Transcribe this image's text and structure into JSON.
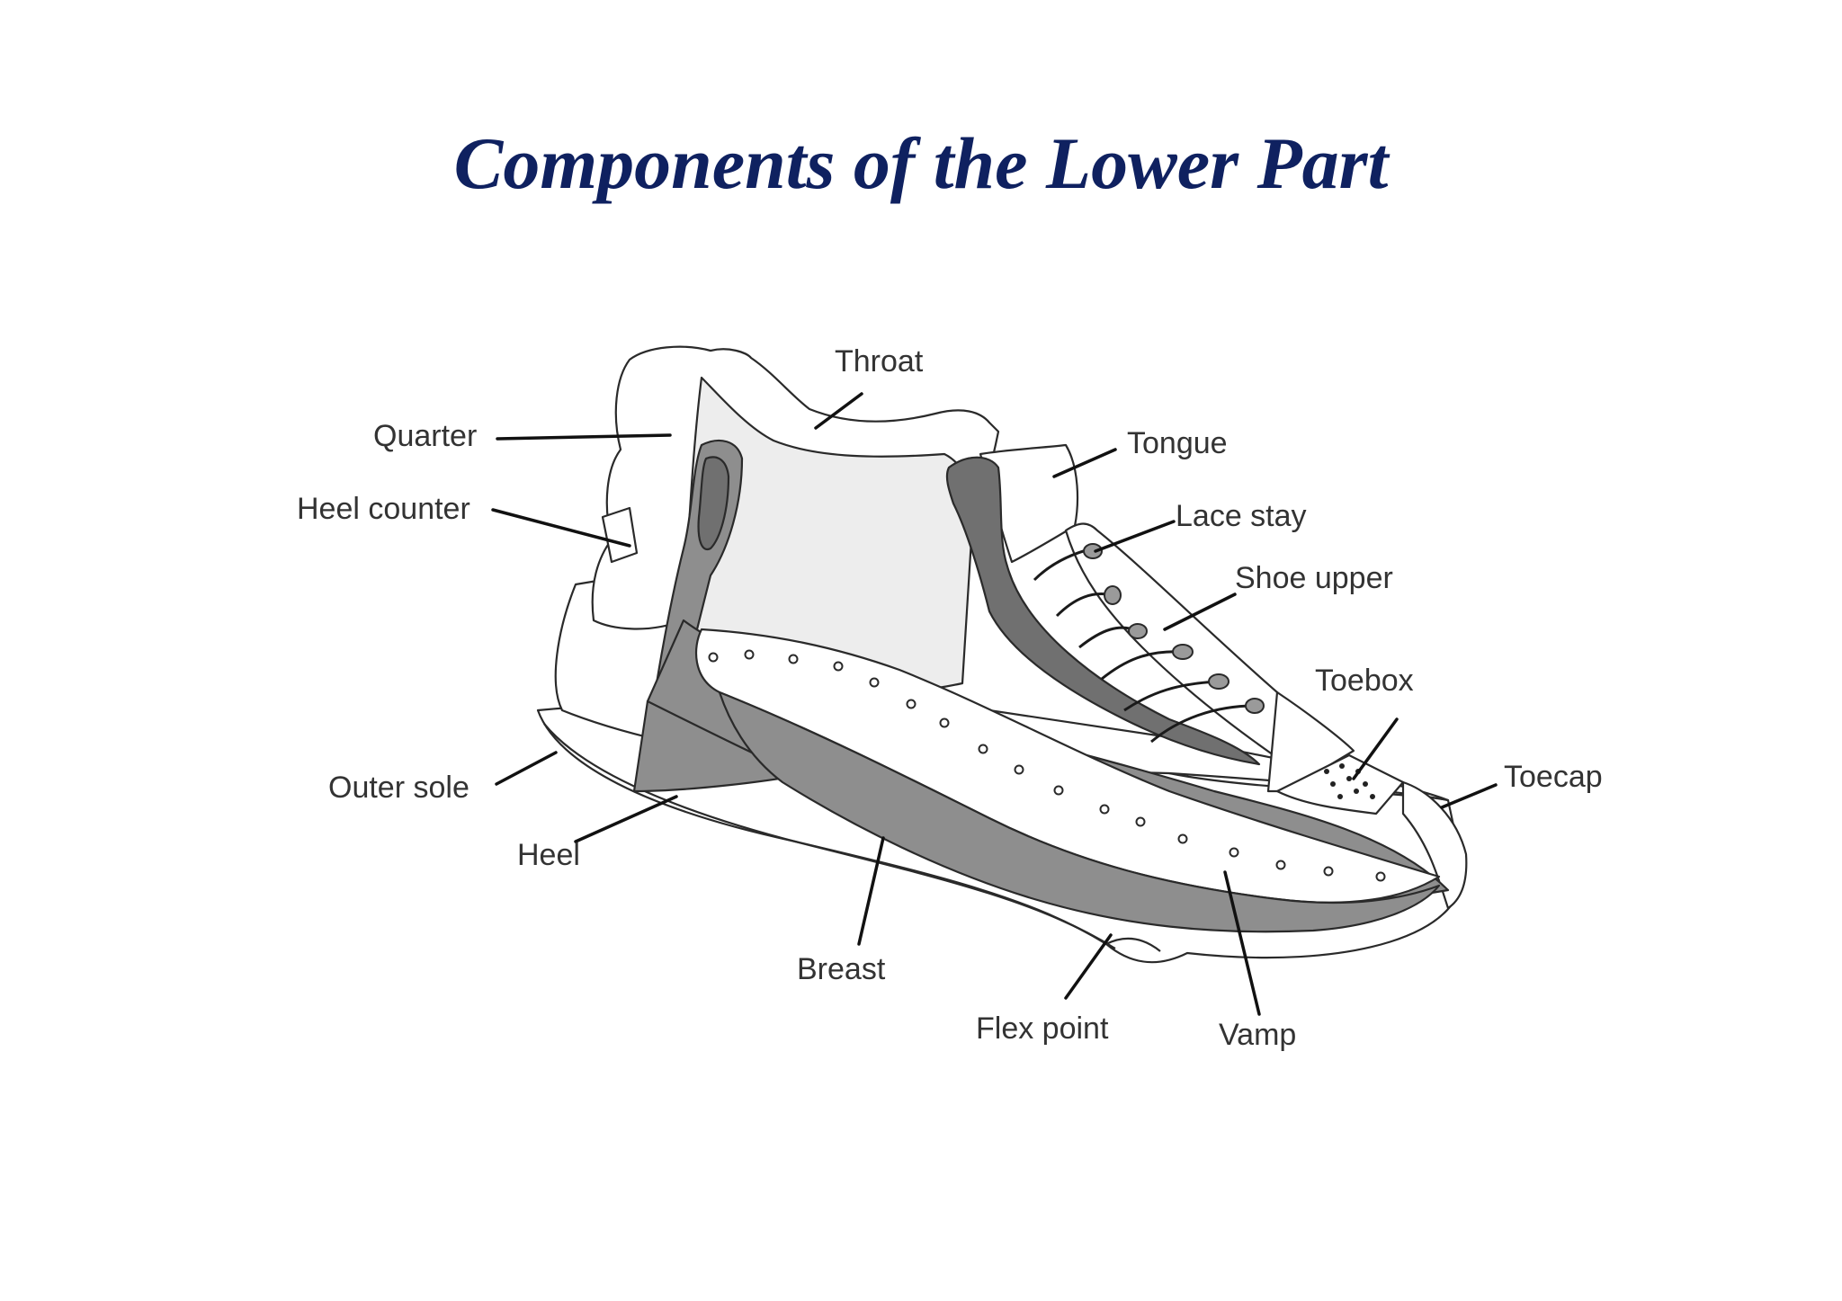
{
  "title": "Components of the Lower Part",
  "colors": {
    "title": "#0f2160",
    "label_text": "#333333",
    "leader_line": "#111111",
    "outline": "#2a2a2a",
    "light_fill": "#ffffff",
    "pale_fill": "#ededed",
    "mid_fill": "#c9c9c9",
    "dark_fill": "#8e8e8e",
    "darkest_fill": "#707070"
  },
  "labels": {
    "throat": "Throat",
    "quarter": "Quarter",
    "tongue": "Tongue",
    "heel_counter": "Heel counter",
    "lace_stay": "Lace stay",
    "shoe_upper": "Shoe upper",
    "toebox": "Toebox",
    "toecap": "Toecap",
    "outer_sole": "Outer sole",
    "heel": "Heel",
    "breast": "Breast",
    "flex_point": "Flex point",
    "vamp": "Vamp"
  }
}
